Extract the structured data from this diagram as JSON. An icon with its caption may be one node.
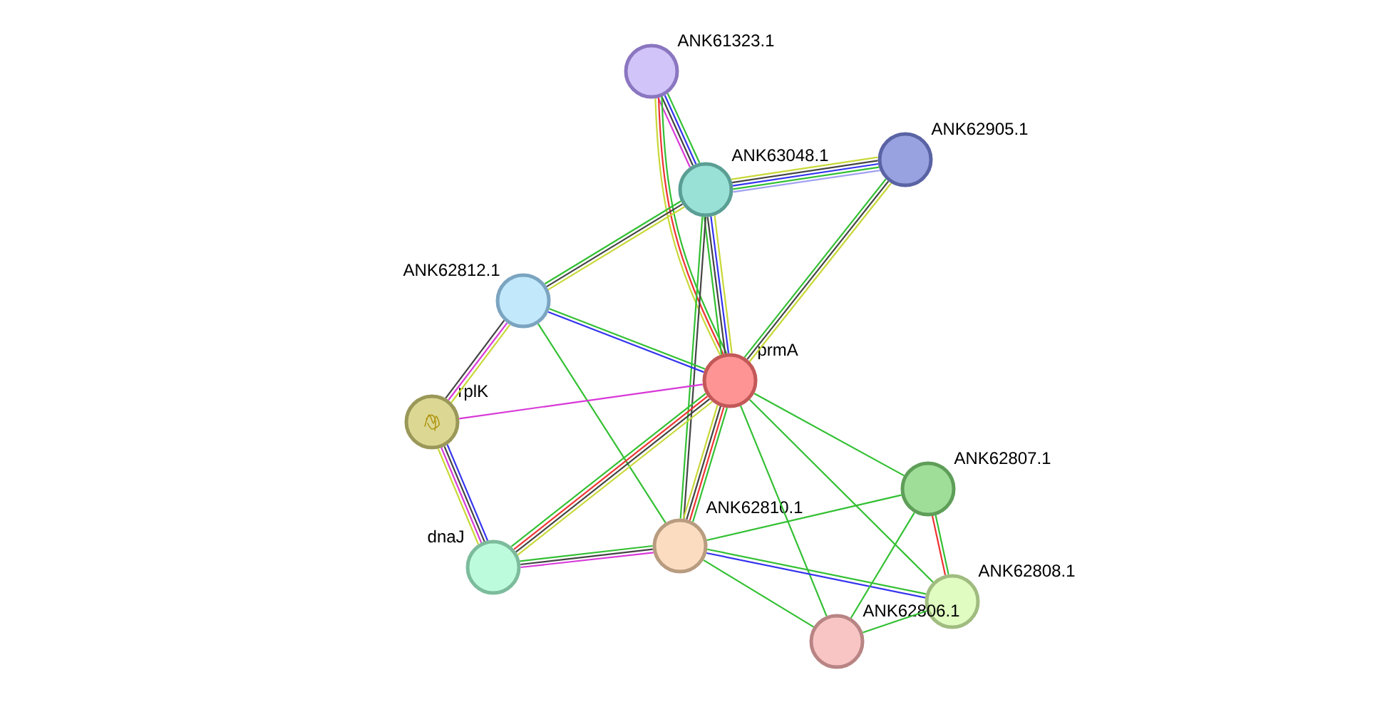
{
  "diagram": {
    "nodes": [
      {
        "text": [
          "ANK61323.1"
        ]
      },
      {
        "text": [
          "ANK62905.1"
        ]
      },
      {
        "text": [
          "ANK63048.1"
        ]
      },
      {
        "text": [
          "ANK62812.1"
        ]
      },
      {
        "text": [
          "prmA"
        ]
      },
      {
        "text": [
          "rplK"
        ]
      },
      {
        "text": [
          "ANK62807.1"
        ]
      },
      {
        "text": [
          "ANK62810.1"
        ]
      },
      {
        "text": [
          "dnaJ"
        ]
      },
      {
        "text": [
          "ANK62808.1"
        ]
      },
      {
        "text": [
          "ANK62806.1"
        ]
      }
    ],
    "edges": [
      {
        "from": 0,
        "to": 2,
        "arrow": "none",
        "color": "#d838d8"
      },
      {
        "from": 0,
        "to": 2,
        "arrow": "none",
        "color": "#444444"
      },
      {
        "from": 0,
        "to": 2,
        "arrow": "none",
        "color": "#3333ee"
      },
      {
        "from": 0,
        "to": 2,
        "arrow": "none"
      },
      {
        "from": 0,
        "to": 4,
        "arrow": "none",
        "color": "#c8d838"
      },
      {
        "from": 0,
        "to": 4,
        "arrow": "none",
        "color": "#ee3333"
      },
      {
        "from": 0,
        "to": 4,
        "arrow": "none"
      },
      {
        "from": 2,
        "to": 1,
        "arrow": "none",
        "color": "#c8d838"
      },
      {
        "from": 2,
        "to": 1,
        "arrow": "none",
        "color": "#444444"
      },
      {
        "from": 2,
        "to": 1,
        "arrow": "none",
        "color": "#3333ee"
      },
      {
        "from": 2,
        "to": 1,
        "arrow": "none"
      },
      {
        "from": 2,
        "to": 1,
        "arrow": "none",
        "color": "#a0a0f0"
      },
      {
        "from": 2,
        "to": 3,
        "arrow": "none"
      },
      {
        "from": 2,
        "to": 3,
        "arrow": "none",
        "color": "#444444"
      },
      {
        "from": 2,
        "to": 3,
        "arrow": "none",
        "color": "#c8d838"
      },
      {
        "from": 2,
        "to": 4,
        "arrow": "none"
      },
      {
        "from": 2,
        "to": 4,
        "arrow": "none",
        "color": "#444444"
      },
      {
        "from": 2,
        "to": 4,
        "arrow": "none",
        "color": "#3333ee"
      },
      {
        "from": 2,
        "to": 4,
        "arrow": "none",
        "color": "#c8d838"
      },
      {
        "from": 2,
        "to": 7,
        "arrow": "none"
      },
      {
        "from": 2,
        "to": 7,
        "arrow": "none",
        "color": "#444444"
      },
      {
        "from": 1,
        "to": 4,
        "arrow": "none"
      },
      {
        "from": 1,
        "to": 4,
        "arrow": "none",
        "color": "#444444"
      },
      {
        "from": 1,
        "to": 4,
        "arrow": "none",
        "color": "#c8d838"
      },
      {
        "from": 3,
        "to": 4,
        "arrow": "none",
        "color": "#3333ee"
      },
      {
        "from": 3,
        "to": 4,
        "arrow": "none"
      },
      {
        "from": 3,
        "to": 5,
        "arrow": "none",
        "color": "#444444"
      },
      {
        "from": 3,
        "to": 5,
        "arrow": "none",
        "color": "#d838d8"
      },
      {
        "from": 3,
        "to": 5,
        "arrow": "none",
        "color": "#c8d838"
      },
      {
        "from": 3,
        "to": 7,
        "arrow": "none"
      },
      {
        "from": 5,
        "to": 4,
        "arrow": "none",
        "color": "#d838d8"
      },
      {
        "from": 5,
        "to": 8,
        "arrow": "none",
        "color": "#c8d838"
      },
      {
        "from": 5,
        "to": 8,
        "arrow": "none",
        "color": "#d838d8"
      },
      {
        "from": 5,
        "to": 8,
        "arrow": "none",
        "color": "#444444"
      },
      {
        "from": 5,
        "to": 8,
        "arrow": "none",
        "color": "#3333ee"
      },
      {
        "from": 4,
        "to": 8,
        "arrow": "none"
      },
      {
        "from": 4,
        "to": 8,
        "arrow": "none",
        "color": "#ee3333"
      },
      {
        "from": 4,
        "to": 8,
        "arrow": "none",
        "color": "#444444"
      },
      {
        "from": 4,
        "to": 8,
        "arrow": "none",
        "color": "#c8d838"
      },
      {
        "from": 4,
        "to": 7,
        "arrow": "none",
        "color": "#c8d838"
      },
      {
        "from": 4,
        "to": 7,
        "arrow": "none",
        "color": "#444444"
      },
      {
        "from": 4,
        "to": 7,
        "arrow": "none",
        "color": "#ee3333"
      },
      {
        "from": 4,
        "to": 7,
        "arrow": "none"
      },
      {
        "from": 4,
        "to": 6,
        "arrow": "none"
      },
      {
        "from": 4,
        "to": 9,
        "arrow": "none"
      },
      {
        "from": 4,
        "to": 10,
        "arrow": "none"
      },
      {
        "from": 8,
        "to": 7,
        "arrow": "none"
      },
      {
        "from": 8,
        "to": 7,
        "arrow": "none",
        "color": "#444444"
      },
      {
        "from": 8,
        "to": 7,
        "arrow": "none",
        "color": "#d838d8"
      },
      {
        "from": 7,
        "to": 6,
        "arrow": "none"
      },
      {
        "from": 7,
        "to": 9,
        "arrow": "none",
        "color": "#3333ee"
      },
      {
        "from": 7,
        "to": 9,
        "arrow": "none"
      },
      {
        "from": 7,
        "to": 10,
        "arrow": "none"
      },
      {
        "from": 6,
        "to": 9,
        "arrow": "none",
        "color": "#ee3333"
      },
      {
        "from": 6,
        "to": 9,
        "arrow": "none"
      },
      {
        "from": 6,
        "to": 10,
        "arrow": "none"
      },
      {
        "from": 10,
        "to": 9,
        "arrow": "none"
      }
    ]
  }
}
